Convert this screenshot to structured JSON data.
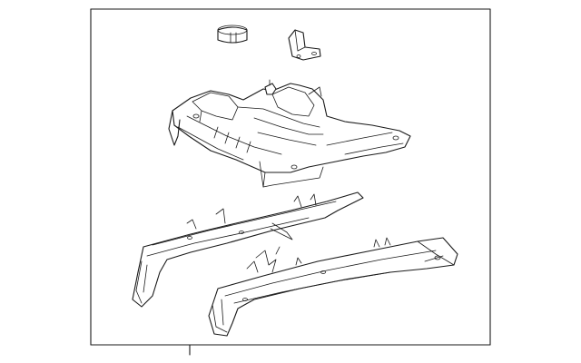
{
  "diagram": {
    "type": "exploded-parts-illustration",
    "parts": [
      "spacer-clip",
      "mounting-bracket",
      "seat-cushion-frame",
      "left-seat-track",
      "right-seat-track"
    ],
    "colors": {
      "line": "#1a1a1a",
      "background": "#ffffff"
    }
  }
}
